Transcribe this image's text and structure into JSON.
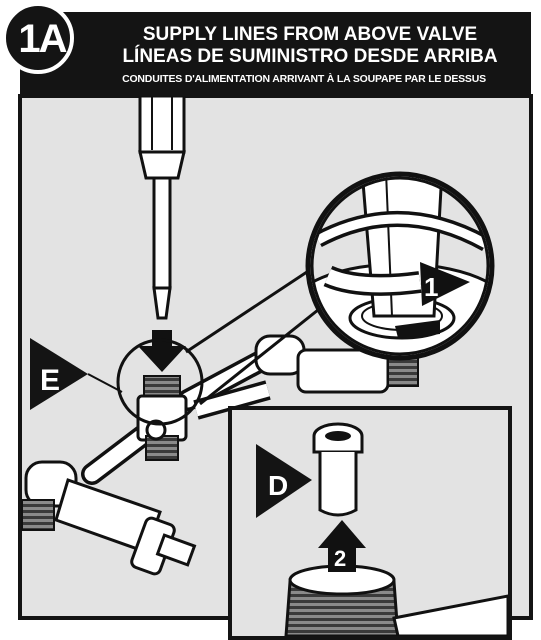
{
  "step": {
    "number": "1A",
    "title_en": "SUPPLY LINES FROM ABOVE VALVE",
    "title_es": "LÍNEAS DE SUMINISTRO DESDE ARRIBA",
    "title_fr": "CONDUITES D'ALIMENTATION ARRIVANT À LA SOUPAPE PAR LE DESSUS"
  },
  "callouts": {
    "part_e": "E",
    "part_d": "D",
    "action_1": "1",
    "action_2": "2"
  },
  "colors": {
    "background_panel": "#e3e3e3",
    "header": "#141414",
    "ink": "#111111"
  }
}
